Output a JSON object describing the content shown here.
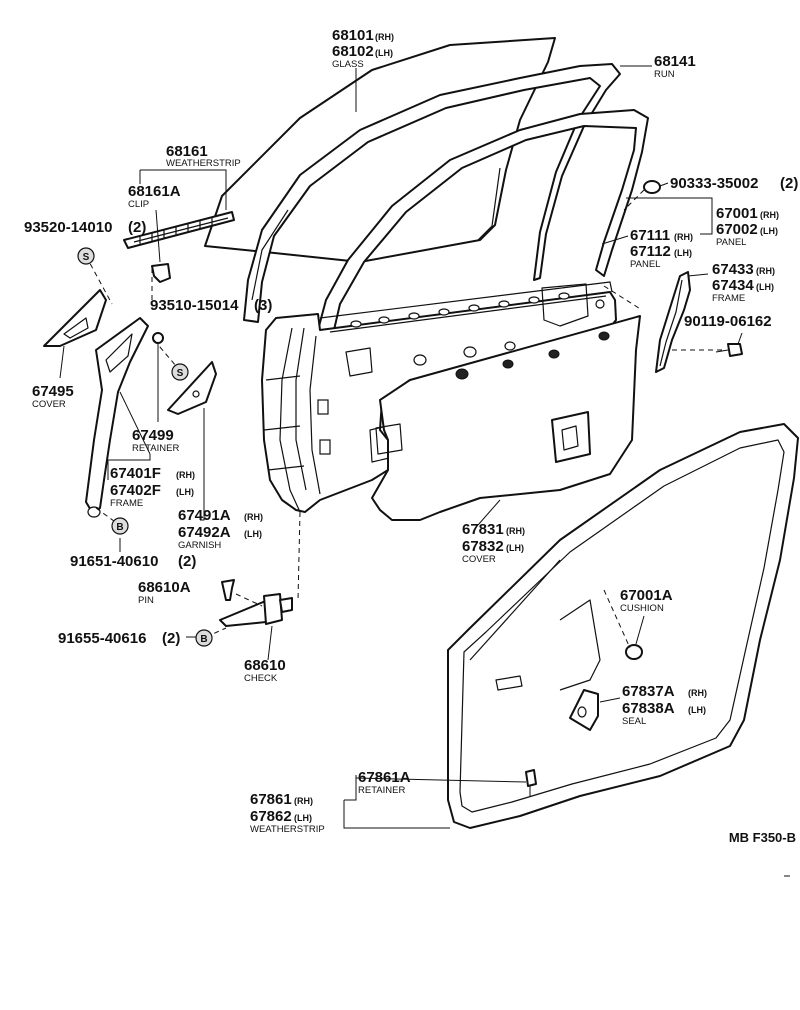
{
  "footer_code": "MB F350-B",
  "parts": [
    {
      "key": "glass",
      "numbers": [
        "68101",
        "68102"
      ],
      "suffix": [
        "(RH)",
        "(LH)"
      ],
      "name": "GLASS"
    },
    {
      "key": "run",
      "numbers": [
        "68141"
      ],
      "suffix": [
        ""
      ],
      "name": "RUN"
    },
    {
      "key": "weatherstrip_upper",
      "numbers": [
        "68161"
      ],
      "suffix": [
        ""
      ],
      "name": "WEATHERSTRIP"
    },
    {
      "key": "clip",
      "numbers": [
        "68161A"
      ],
      "suffix": [
        ""
      ],
      "name": "CLIP"
    },
    {
      "key": "screw_93520",
      "numbers": [
        "93520-14010"
      ],
      "suffix": [
        "(2)"
      ],
      "name": ""
    },
    {
      "key": "screw_93510",
      "numbers": [
        "93510-15014"
      ],
      "suffix": [
        "(3)"
      ],
      "name": ""
    },
    {
      "key": "plug_90333",
      "numbers": [
        "90333-35002"
      ],
      "suffix": [
        "(2)"
      ],
      "name": ""
    },
    {
      "key": "panel_outer",
      "numbers": [
        "67001",
        "67002"
      ],
      "suffix": [
        "(RH)",
        "(LH)"
      ],
      "name": "PANEL"
    },
    {
      "key": "panel_inner",
      "numbers": [
        "67111",
        "67112"
      ],
      "suffix": [
        "(RH)",
        "(LH)"
      ],
      "name": "PANEL"
    },
    {
      "key": "frame_rear",
      "numbers": [
        "67433",
        "67434"
      ],
      "suffix": [
        "(RH)",
        "(LH)"
      ],
      "name": "FRAME"
    },
    {
      "key": "bolt_90119",
      "numbers": [
        "90119-06162"
      ],
      "suffix": [
        ""
      ],
      "name": ""
    },
    {
      "key": "cover_67495",
      "numbers": [
        "67495"
      ],
      "suffix": [
        ""
      ],
      "name": "COVER"
    },
    {
      "key": "retainer_67499",
      "numbers": [
        "67499"
      ],
      "suffix": [
        ""
      ],
      "name": "RETAINER"
    },
    {
      "key": "frame_front",
      "numbers": [
        "67401F",
        "67402F"
      ],
      "suffix": [
        "(RH)",
        "(LH)"
      ],
      "name": "FRAME"
    },
    {
      "key": "garnish",
      "numbers": [
        "67491A",
        "67492A"
      ],
      "suffix": [
        "(RH)",
        "(LH)"
      ],
      "name": "GARNISH"
    },
    {
      "key": "bolt_91651",
      "numbers": [
        "91651-40610"
      ],
      "suffix": [
        "(2)"
      ],
      "name": ""
    },
    {
      "key": "cover_67831",
      "numbers": [
        "67831",
        "67832"
      ],
      "suffix": [
        "(RH)",
        "(LH)"
      ],
      "name": "COVER"
    },
    {
      "key": "pin",
      "numbers": [
        "68610A"
      ],
      "suffix": [
        ""
      ],
      "name": "PIN"
    },
    {
      "key": "bolt_91655",
      "numbers": [
        "91655-40616"
      ],
      "suffix": [
        "(2)"
      ],
      "name": ""
    },
    {
      "key": "check",
      "numbers": [
        "68610"
      ],
      "suffix": [
        ""
      ],
      "name": "CHECK"
    },
    {
      "key": "cushion",
      "numbers": [
        "67001A"
      ],
      "suffix": [
        ""
      ],
      "name": "CUSHION"
    },
    {
      "key": "seal",
      "numbers": [
        "67837A",
        "67838A"
      ],
      "suffix": [
        "(RH)",
        "(LH)"
      ],
      "name": "SEAL"
    },
    {
      "key": "retainer_67861",
      "numbers": [
        "67861A"
      ],
      "suffix": [
        ""
      ],
      "name": "RETAINER"
    },
    {
      "key": "weatherstrip_door",
      "numbers": [
        "67861",
        "67862"
      ],
      "suffix": [
        "(RH)",
        "(LH)"
      ],
      "name": "WEATHERSTRIP"
    }
  ],
  "markers": {
    "s": "S",
    "b": "B"
  }
}
